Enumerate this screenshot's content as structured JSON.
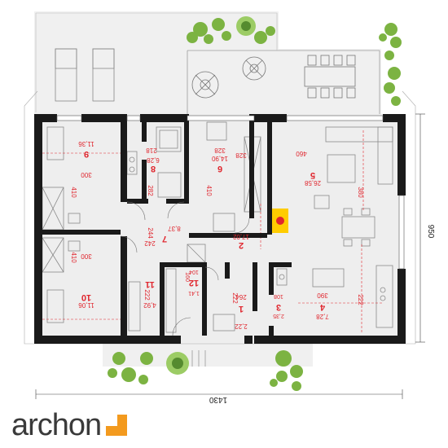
{
  "rooms": [
    {
      "id": "1",
      "num": "1",
      "area": "2,22",
      "dim": "264"
    },
    {
      "id": "2",
      "num": "2",
      "area": "17,02",
      "dim": "328"
    },
    {
      "id": "3",
      "num": "3",
      "area": "2,35",
      "dim": "108"
    },
    {
      "id": "4",
      "num": "4",
      "area": "7,28",
      "dim": "390"
    },
    {
      "id": "5",
      "num": "5",
      "area": "26,58",
      "dim": "460"
    },
    {
      "id": "6",
      "num": "6",
      "area": "14,90",
      "dim": "328"
    },
    {
      "id": "7",
      "num": "7",
      "area": "8,37",
      "dim": "244"
    },
    {
      "id": "8",
      "num": "8",
      "area": "6,28",
      "dim": "218"
    },
    {
      "id": "9",
      "num": "9",
      "area": "11,36",
      "dim": "300"
    },
    {
      "id": "10",
      "num": "10",
      "area": "11,06",
      "dim": "300"
    },
    {
      "id": "11",
      "num": "11",
      "area": "4,92",
      "dim": "242"
    },
    {
      "id": "12",
      "num": "12",
      "area": "1,41",
      "dim": "104"
    }
  ],
  "extra_dims": {
    "room1_side": "222",
    "room4_side": "222",
    "room5_side": "380",
    "room8_side": "282",
    "room9_side": "410",
    "room10_side": "410",
    "room11_side": "222",
    "room6_side": "410",
    "room12_side": "160"
  },
  "overall": {
    "width": "1430",
    "depth": "950"
  },
  "logo": {
    "text": "archon"
  },
  "colors": {
    "wall": "#1a1a1a",
    "floor": "#eeeeee",
    "accent": "#e0262e",
    "plant": "#7cb342",
    "logo_square": "#f39a1e"
  }
}
